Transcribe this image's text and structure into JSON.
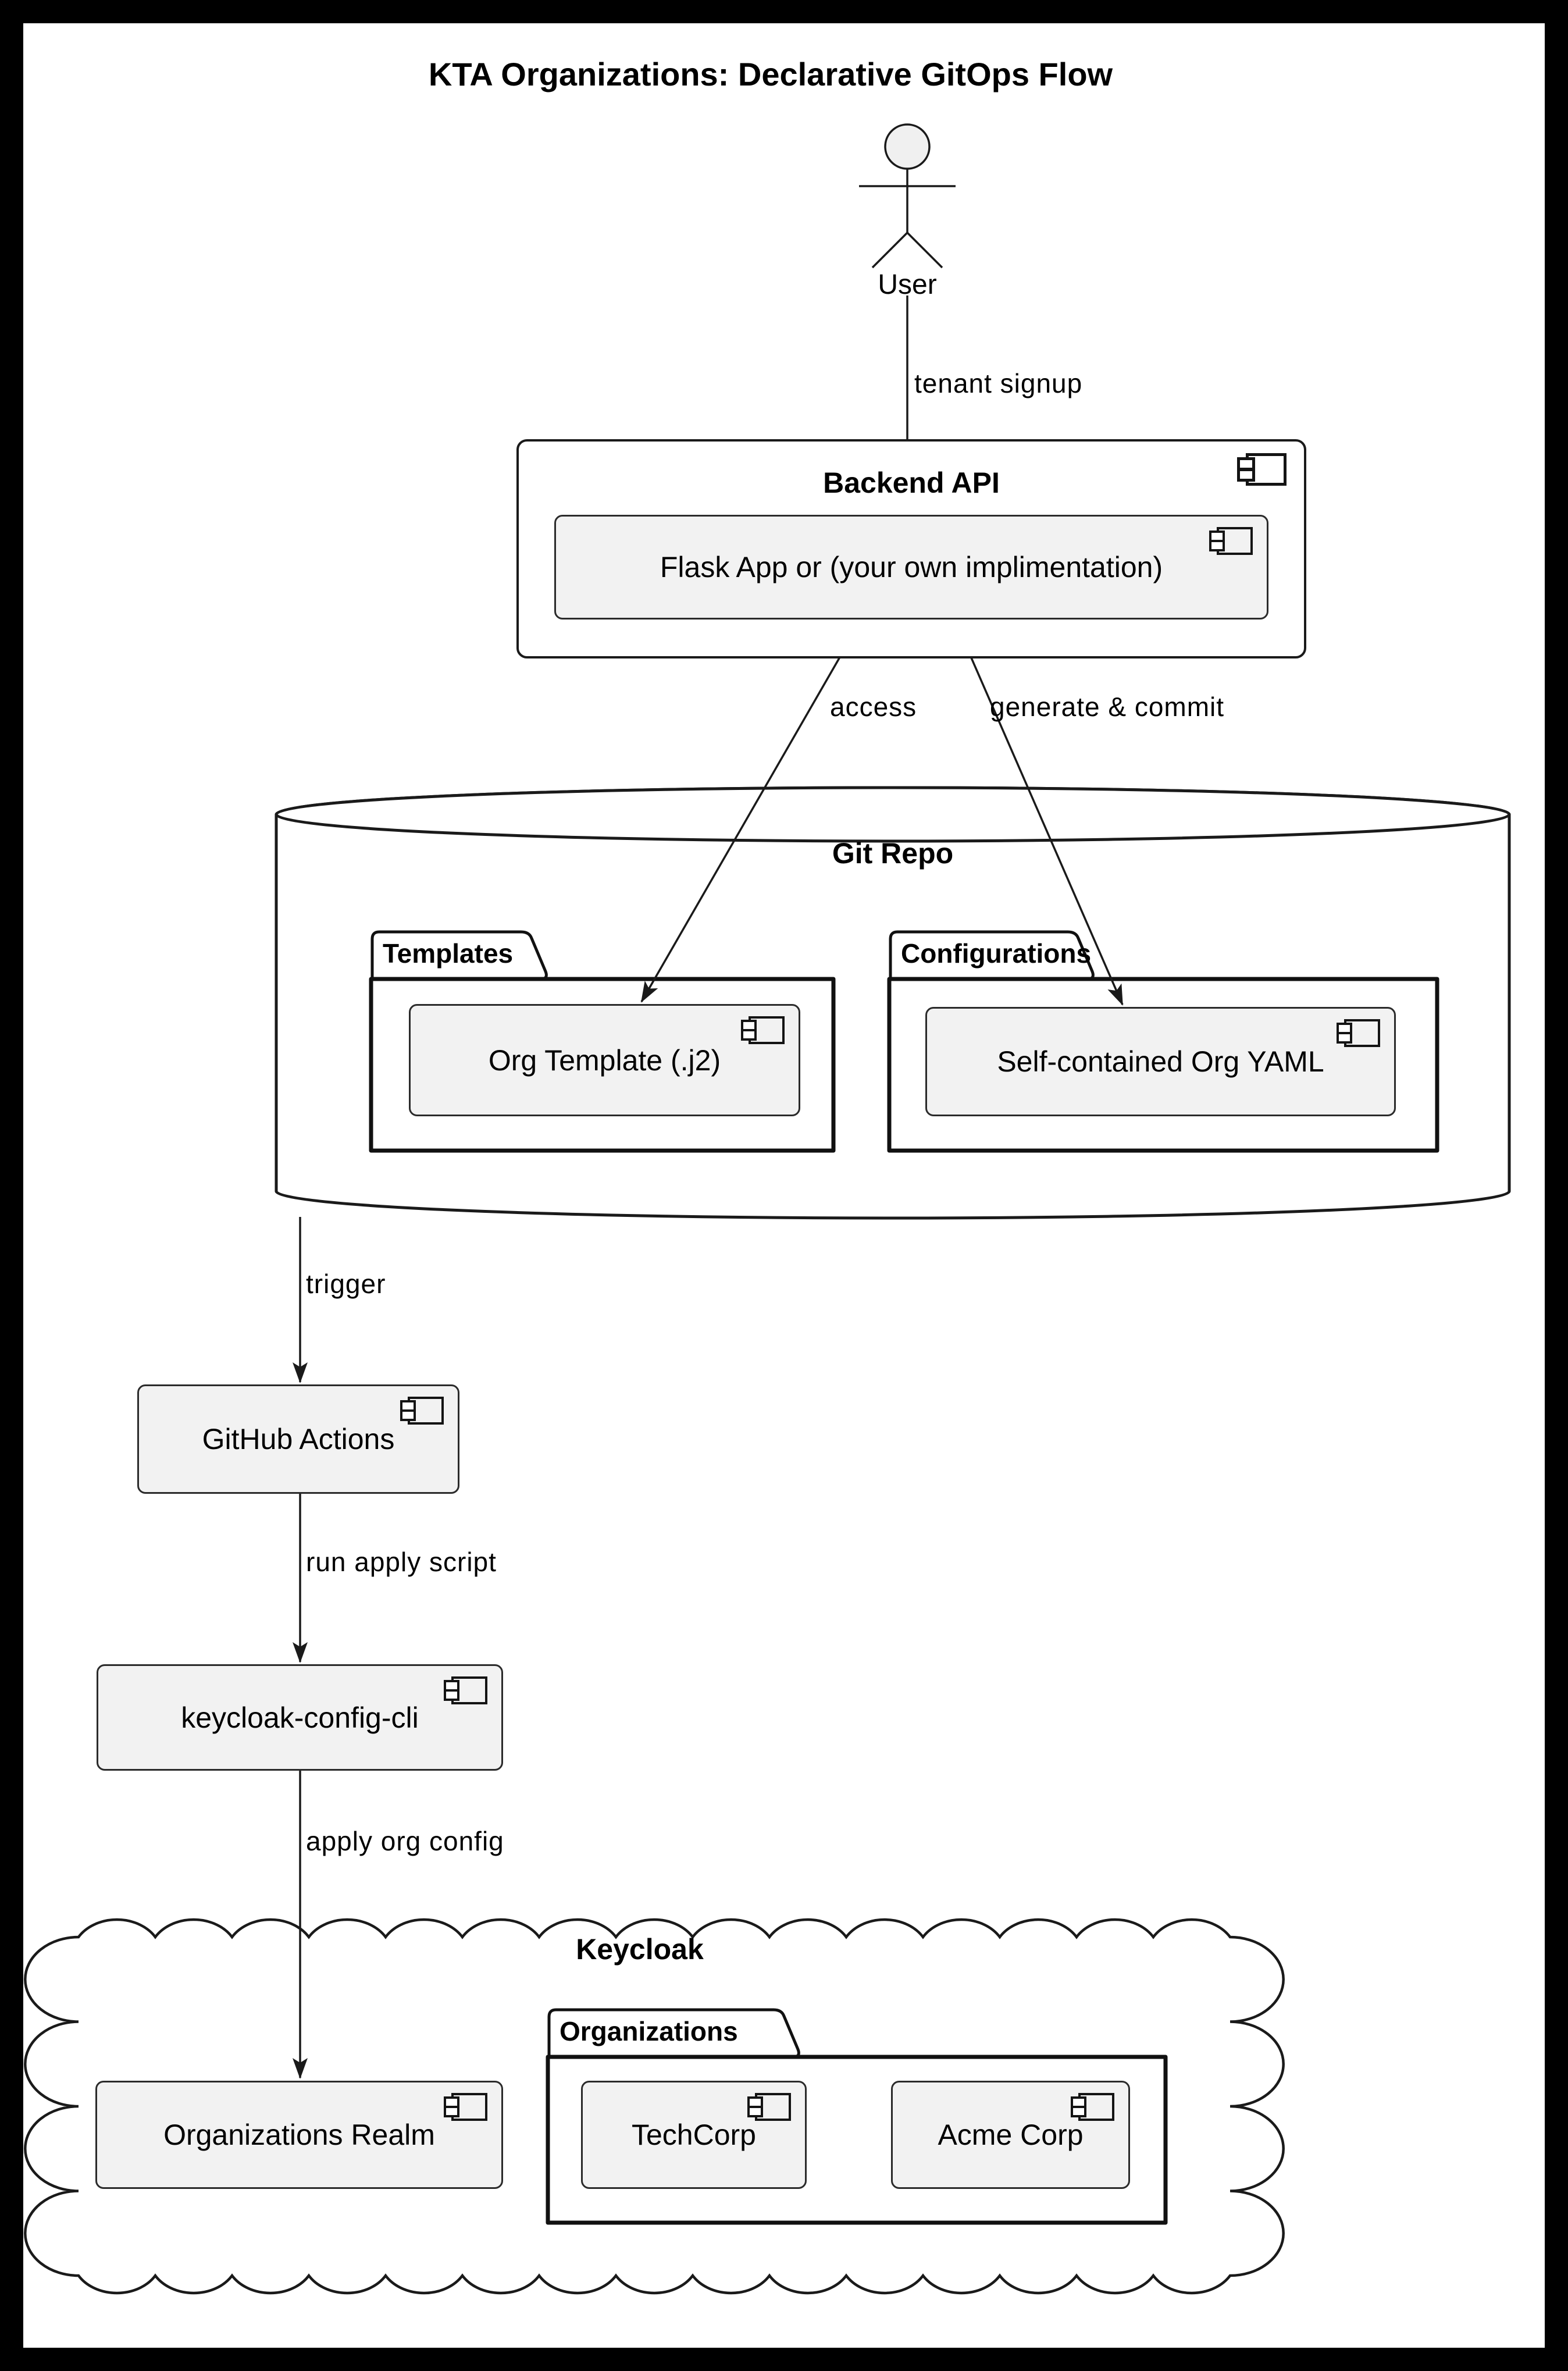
{
  "title": "KTA Organizations: Declarative GitOps Flow",
  "actor": {
    "label": "User"
  },
  "edges": {
    "tenant_signup": "tenant signup",
    "access": "access",
    "generate_commit": "generate & commit",
    "trigger": "trigger",
    "run_apply_script": "run apply script",
    "apply_org_config": "apply org config"
  },
  "backend_api": {
    "label": "Backend API",
    "flask_app": {
      "label": "Flask App or (your own implimentation)"
    }
  },
  "git_repo": {
    "label": "Git Repo",
    "templates_folder": {
      "label": "Templates",
      "org_template": {
        "label": "Org Template (.j2)"
      }
    },
    "configurations_folder": {
      "label": "Configurations",
      "org_yaml": {
        "label": "Self-contained Org YAML"
      }
    }
  },
  "github_actions": {
    "label": "GitHub Actions"
  },
  "keycloak_config_cli": {
    "label": "keycloak-config-cli"
  },
  "keycloak": {
    "label": "Keycloak",
    "organizations_realm": {
      "label": "Organizations Realm"
    },
    "organizations_folder": {
      "label": "Organizations",
      "orgs": [
        {
          "label": "TechCorp"
        },
        {
          "label": "Acme Corp"
        }
      ]
    }
  },
  "icons": {
    "component": "component-icon"
  },
  "colors": {
    "background": "#ffffff",
    "frame": "#000000",
    "line": "#1a1a1a",
    "component_fill": "#f2f2f2"
  }
}
